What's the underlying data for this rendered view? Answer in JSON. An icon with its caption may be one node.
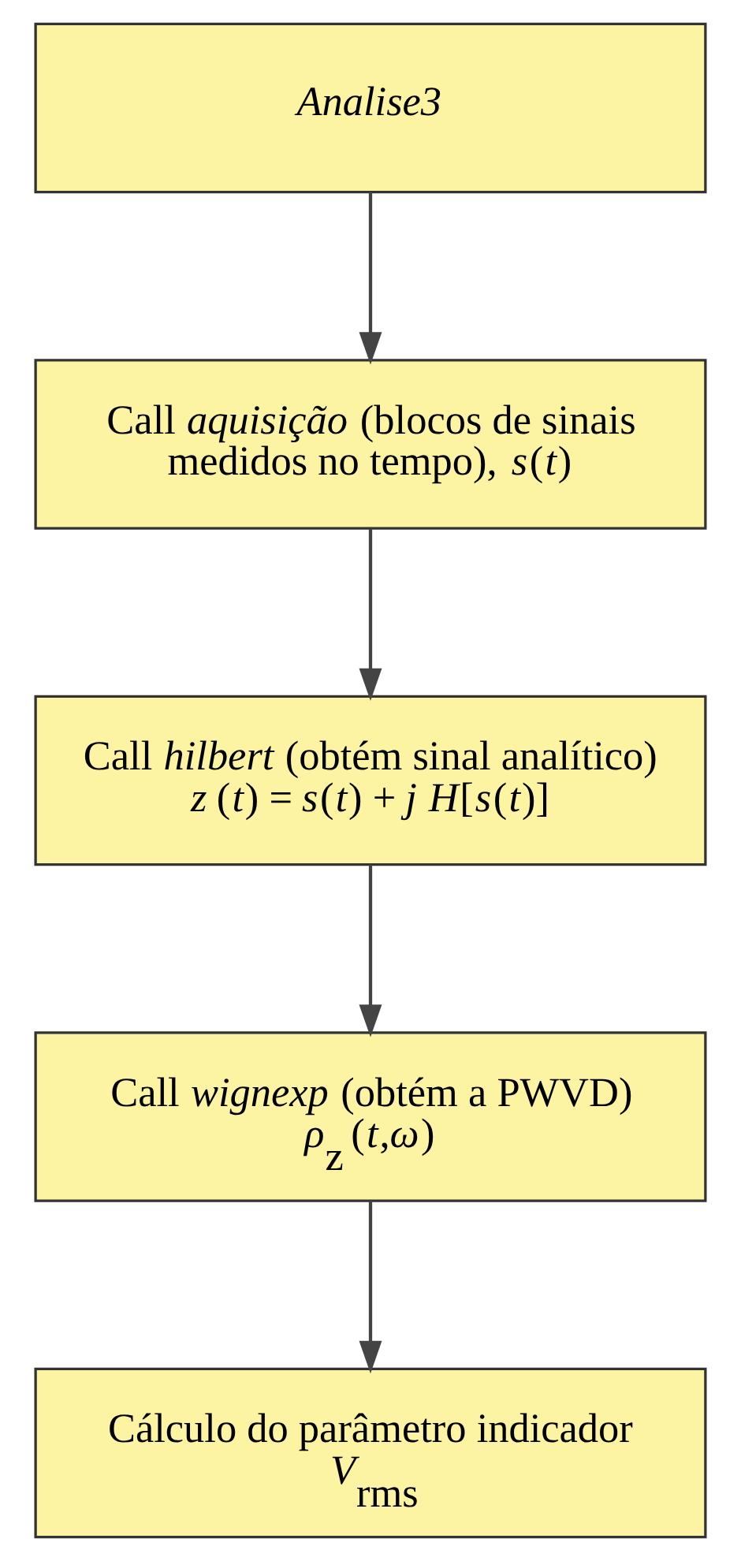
{
  "diagram": {
    "nodes": [
      {
        "text": [
          "Analise3"
        ]
      },
      {
        "text": [
          "Call *aquisição* (blocos de sinais medidos no tempo), *s*(*t*)"
        ]
      },
      {
        "text": [
          "Call *hilbert* (obtém sinal analítico)",
          "*z* (*t*) = *s*(*t*) + *j* *H*[*s*(*t*)]"
        ]
      },
      {
        "text": [
          "Call *wignexp* (obtém a PWVD)",
          "*ρ*$_{z}$ (*t*,*ω*)"
        ]
      },
      {
        "text": [
          "Cálculo do parâmetro indicador",
          "*V*$_{rms}$"
        ]
      }
    ],
    "edges": [
      {
        "from": 0,
        "to": 1,
        "arrow": "to"
      },
      {
        "from": 1,
        "to": 2,
        "arrow": "to"
      },
      {
        "from": 2,
        "to": 3,
        "arrow": "to"
      },
      {
        "from": 3,
        "to": 4,
        "arrow": "to"
      }
    ]
  }
}
